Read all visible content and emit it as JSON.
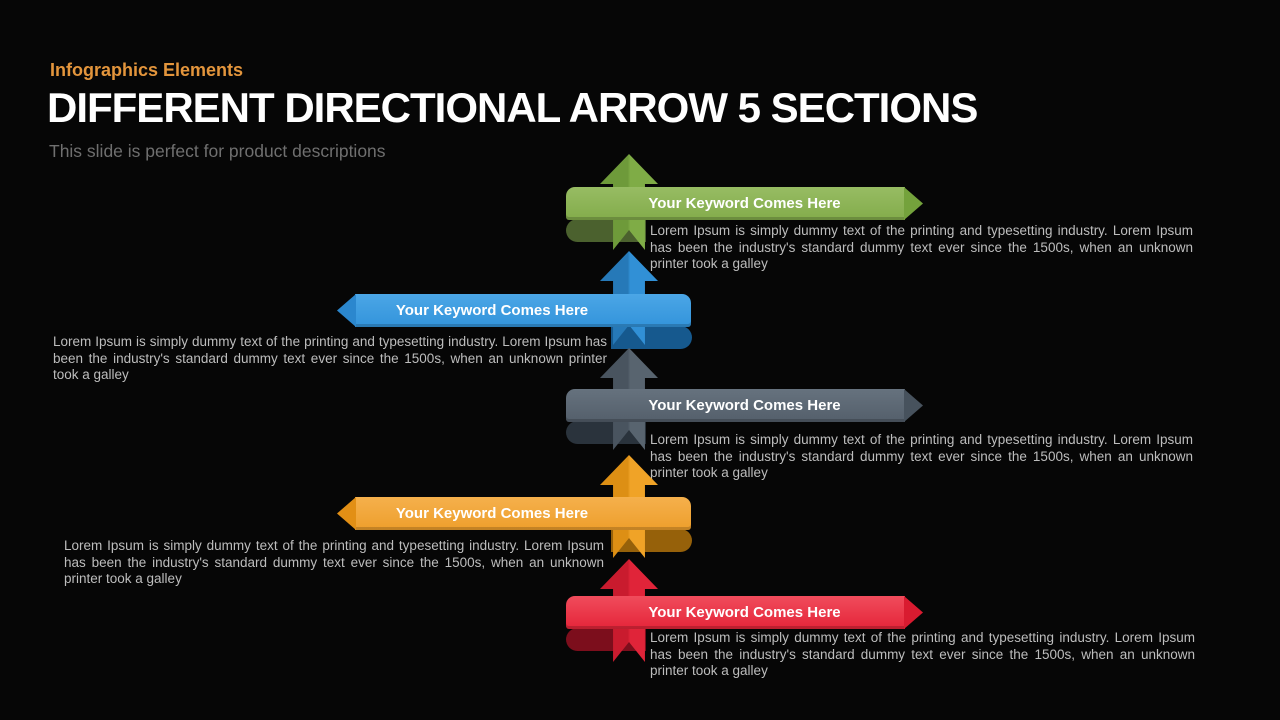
{
  "slide": {
    "eyebrow": "Infographics Elements",
    "title": "DIFFERENT DIRECTIONAL ARROW 5 SECTIONS",
    "subtitle": "This slide is perfect for product descriptions"
  },
  "palette": {
    "background": "#060606",
    "eyebrow_text": "#E3953C",
    "title_text": "#FFFFFF",
    "subtitle_text": "#6F6F6F",
    "body_text": "#BDBDBD",
    "green": "#83AC4B",
    "blue": "#3394DB",
    "gray": "#545F6B",
    "orange": "#EE9F2C",
    "red": "#E52539"
  },
  "sections": [
    {
      "color": "green",
      "arrow_direction": "right",
      "keyword": "Your Keyword Comes Here",
      "description": "Lorem Ipsum is simply dummy text of the printing and typesetting industry. Lorem Ipsum has been the industry's standard dummy text ever since the 1500s, when an unknown printer took a galley"
    },
    {
      "color": "blue",
      "arrow_direction": "left",
      "keyword": "Your Keyword Comes Here",
      "description": "Lorem Ipsum is simply dummy text of the printing and typesetting industry. Lorem Ipsum has been the industry's standard dummy text ever since the 1500s, when an unknown printer took a galley"
    },
    {
      "color": "gray",
      "arrow_direction": "right",
      "keyword": "Your Keyword Comes Here",
      "description": "Lorem Ipsum is simply dummy text of the printing and typesetting industry. Lorem Ipsum has been the industry's standard dummy text ever since the 1500s, when an unknown printer took a galley"
    },
    {
      "color": "orange",
      "arrow_direction": "left",
      "keyword": "Your Keyword Comes Here",
      "description": "Lorem Ipsum is simply dummy text of the printing and typesetting industry. Lorem Ipsum has been the industry's standard dummy text ever since the 1500s, when an unknown printer took a galley"
    },
    {
      "color": "red",
      "arrow_direction": "right",
      "keyword": "Your Keyword Comes Here",
      "description": "Lorem Ipsum is simply dummy text of the printing and typesetting industry. Lorem Ipsum has been the industry's standard dummy text ever since the 1500s, when an unknown printer took a galley"
    }
  ]
}
